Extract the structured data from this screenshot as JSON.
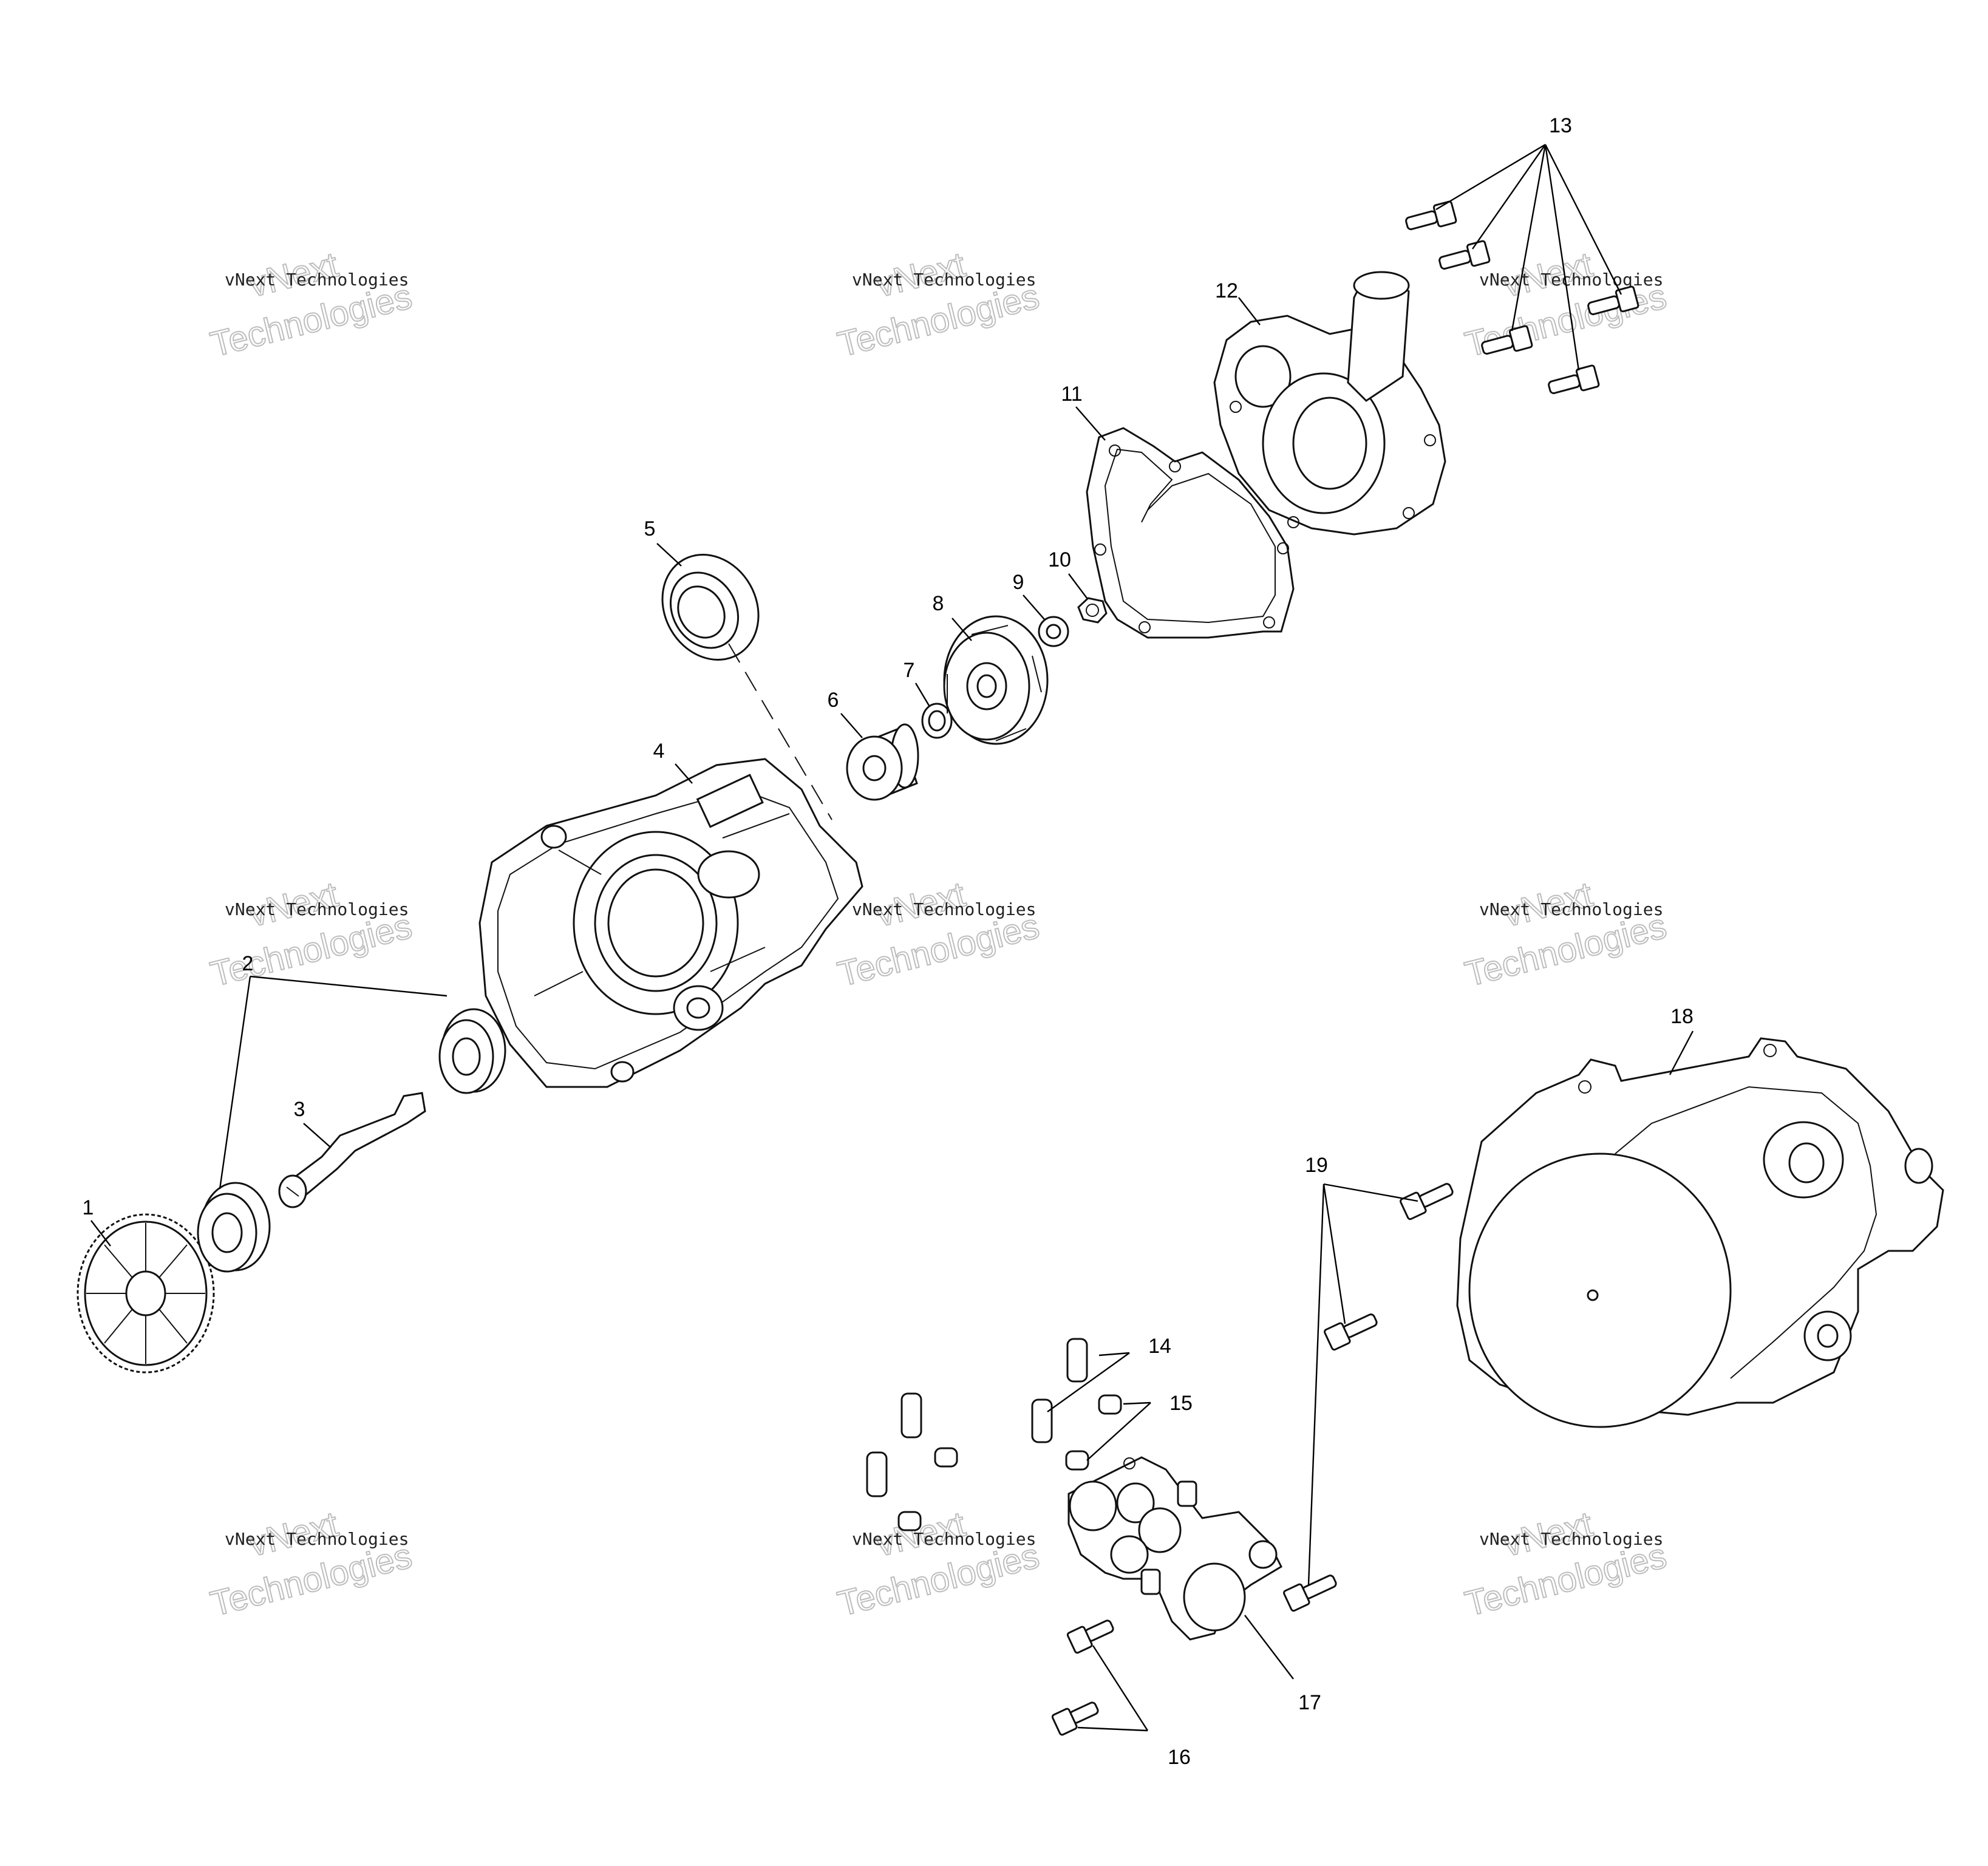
{
  "callouts": [
    "1",
    "2",
    "3",
    "4",
    "5",
    "6",
    "7",
    "8",
    "9",
    "10",
    "11",
    "12",
    "13",
    "14",
    "15",
    "16",
    "17",
    "18",
    "19"
  ],
  "watermark": {
    "line1": "vNext Technologies",
    "line2": "vNext",
    "line3": "Technologies"
  },
  "colors": {
    "line": "#111111",
    "watermark": "#bdbdbd",
    "background": "#ffffff"
  }
}
